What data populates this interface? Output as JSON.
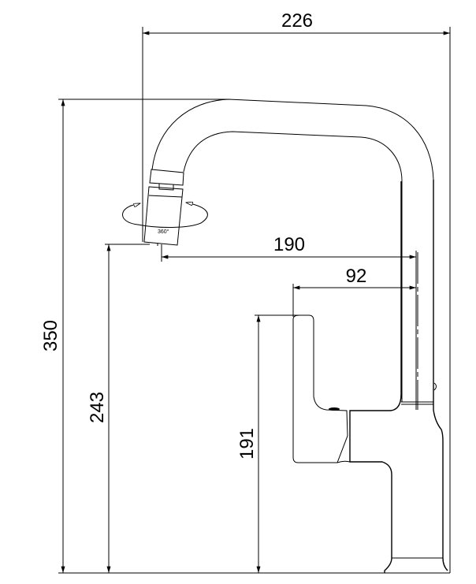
{
  "drawing": {
    "dimensions": {
      "overall_width": "226",
      "overall_height": "350",
      "spout_height": "243",
      "spout_reach": "190",
      "handle_offset": "92",
      "handle_height": "191"
    },
    "rotation_label": "360°",
    "line_color": "#000000",
    "background": "#ffffff"
  }
}
